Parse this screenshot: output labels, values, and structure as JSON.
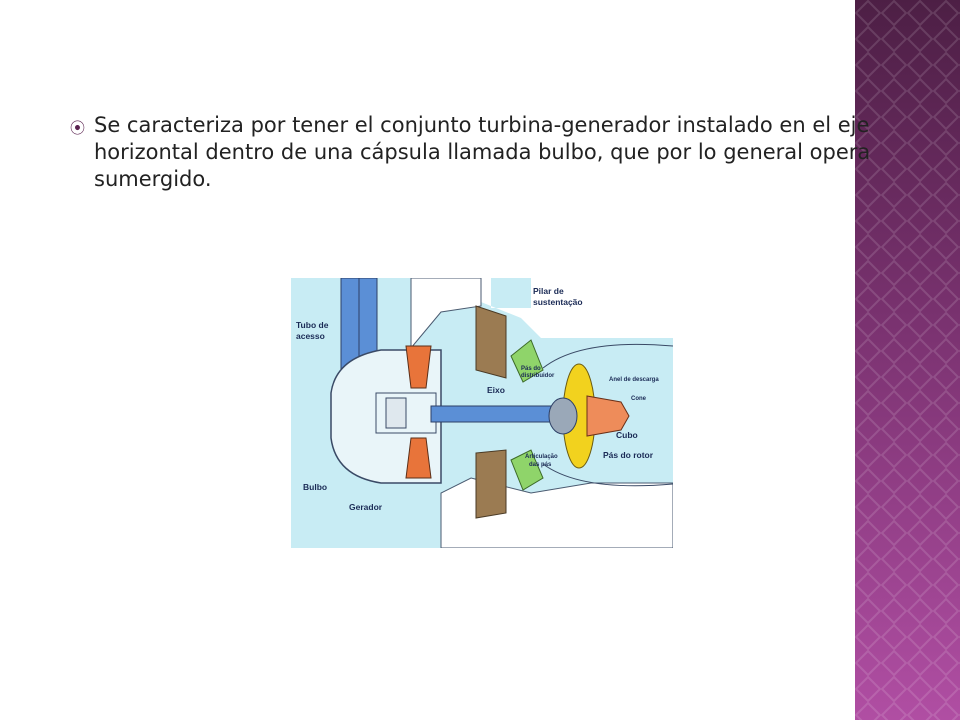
{
  "slide": {
    "bullet_icon": "circled-arrow-bullet-icon",
    "bullet_text": "Se caracteriza por tener el conjunto turbina-generador instalado en el eje horizontal  dentro de una cápsula llamada bulbo, que por lo general opera sumergido."
  },
  "theme": {
    "sidebar_dark": "#4d1f45",
    "sidebar_light": "#a8489a",
    "water": "#c8ecf4",
    "bulb_blue": "#5b8fd6",
    "generator_orange": "#e8743a",
    "runner_yellow": "#f2d21e",
    "distributor_green": "#8fd46a",
    "pillar_brown": "#9b7b52",
    "cone_orange": "#ee8c5a"
  },
  "diagram": {
    "labels": {
      "tubo_de_acesso": [
        "Tubo de",
        "acesso"
      ],
      "bulbo": "Bulbo",
      "gerador": "Gerador",
      "eixo": "Eixo",
      "pilar": [
        "Pilar de",
        "sustentação"
      ],
      "pas_distribuidor": [
        "Pás do",
        "distribuidor"
      ],
      "anel_descarga": "Anel de descarga",
      "cone": "Cone",
      "cubo": "Cubo",
      "pas_rotor": "Pás do rotor",
      "articulacao": [
        "Articulação",
        "das pás"
      ]
    }
  }
}
